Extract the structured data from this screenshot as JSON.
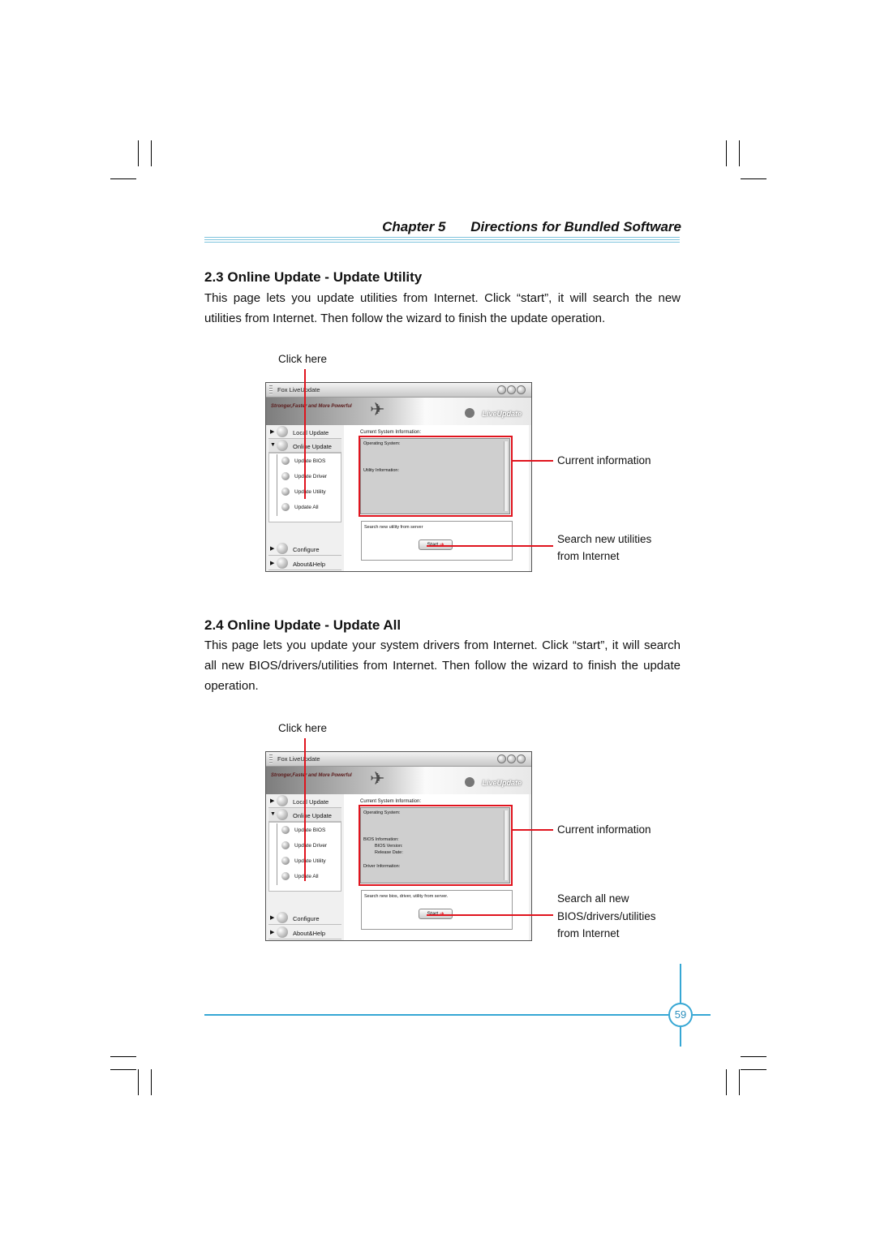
{
  "header": {
    "chapter": "Chapter 5",
    "chapter_title": "Directions for Bundled Software"
  },
  "section1": {
    "heading": "2.3 Online Update - Update Utility",
    "paragraph": "This page lets you update utilities from Internet. Click “start”, it will search the new utilities from Internet. Then follow the wizard to finish the update operation.",
    "callout_click": "Click here",
    "callout_info": "Current information",
    "callout_search_1": "Search new utilities",
    "callout_search_2": "from Internet",
    "window": {
      "title": "Fox LiveUpdate",
      "slogan": "Stronger,Faster and More Powerful",
      "logo": "LiveUpdate",
      "menu": {
        "local": "Local Update",
        "online": "Online Update",
        "configure": "Configure",
        "about": "About&Help"
      },
      "submenu": [
        "Update BIOS",
        "Update Driver",
        "Update Utility",
        "Update All"
      ],
      "info_title": "Current System Information:",
      "info_lines": [
        "Operating System:",
        "Utility Information:"
      ],
      "search_label": "Search new utility from server",
      "start_label": "Start"
    }
  },
  "section2": {
    "heading": "2.4 Online Update - Update All",
    "paragraph": "This page lets you update your system drivers from Internet. Click “start”, it will search all new BIOS/drivers/utilities from Internet. Then follow the wizard to finish the update operation.",
    "callout_click": "Click here",
    "callout_info": "Current information",
    "callout_search_1": "Search all new",
    "callout_search_2": "BIOS/drivers/utilities",
    "callout_search_3": "from Internet",
    "window": {
      "title": "Fox LiveUpdate",
      "slogan": "Stronger,Faster and More Powerful",
      "logo": "LiveUpdate",
      "menu": {
        "local": "Local Update",
        "online": "Online Update",
        "configure": "Configure",
        "about": "About&Help"
      },
      "submenu": [
        "Update BIOS",
        "Update Driver",
        "Update Utility",
        "Update All"
      ],
      "info_title": "Current System Information:",
      "info_lines": [
        "Operating System:",
        "BIOS Information:",
        "BIOS Version:",
        "Release Date:",
        "Driver Information:"
      ],
      "search_label": "Search new bios, driver, utility from server.",
      "start_label": "Start"
    }
  },
  "footer": {
    "page_number": "59"
  }
}
